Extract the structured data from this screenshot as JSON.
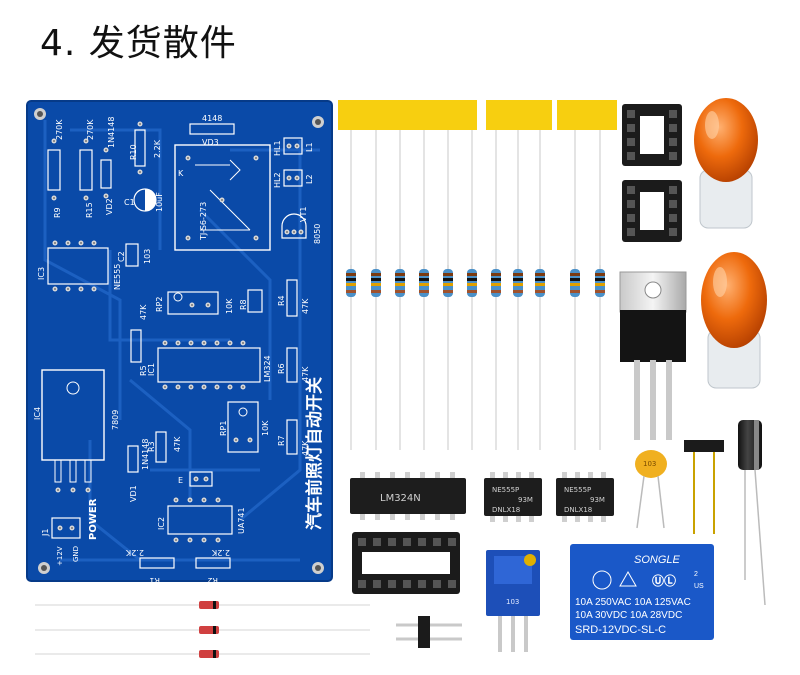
{
  "title": "4. 发货散件",
  "pcb": {
    "board_title": "汽车前照灯自动开关",
    "labels": {
      "r9": "R9",
      "r9v": "270K",
      "r15": "R15",
      "r15v": "270K",
      "vd2": "VD2",
      "vd2v": "1N4148",
      "r10": "R10",
      "r10v": "2.2K",
      "c1": "C1",
      "c1v": "10uF",
      "k": "K",
      "relay": "TJ-S6-273",
      "vd3": "VD3",
      "vd3v": "4148",
      "hl1": "HL1",
      "hl2": "HL2",
      "l1": "L1",
      "l2": "L2",
      "vt1": "VT1",
      "vt1v": "8050",
      "ic3": "IC3",
      "ic3v": "NE555",
      "c2": "C2",
      "c2v": "103",
      "rp2": "RP2",
      "rp2v": "10K",
      "r8": "R8",
      "r4": "R4",
      "r4v": "47K",
      "r5": "R5",
      "r5v": "47K",
      "ic1": "IC1",
      "ic1v": "LM324",
      "r6": "R6",
      "r6v": "47K",
      "ic4": "IC4",
      "ic4v": "7809",
      "rp1": "RP1",
      "rp1v": "10K",
      "r3": "R3",
      "r3v": "47K",
      "vd1": "VD1",
      "vd1v": "1N4148",
      "r7": "R7",
      "r7v": "47K",
      "e": "E",
      "ic2": "IC2",
      "ic2v": "UA741",
      "j1": "J1",
      "power": "POWER",
      "v12": "+12V",
      "gnd": "GND",
      "r1": "R1",
      "r1v": "2.2K",
      "r2": "R2",
      "r2v": "2.2K"
    }
  },
  "chips": {
    "lm324": "LM324N",
    "ne555_a": "NE555P",
    "ne555_a_code": "93M",
    "ne555_a_lot": "DNLX18",
    "ne555_b": "NE555P",
    "ne555_b_code": "93M",
    "ne555_b_lot": "DNLX18"
  },
  "trimmer_label": "103",
  "cap_label": "103",
  "relay": {
    "brand": "SONGLE",
    "line1": "10A 250VAC  10A 125VAC",
    "line2": "10A  30VDC  10A  28VDC",
    "model": "SRD-12VDC-SL-C",
    "us_mark": "US",
    "num": "2"
  },
  "colors": {
    "pcb": "#0a4aa8",
    "tape": "#f7cf10",
    "bulb": "#ee6a0c",
    "relay": "#1a58c8",
    "trimmer": "#1d4fb8"
  }
}
